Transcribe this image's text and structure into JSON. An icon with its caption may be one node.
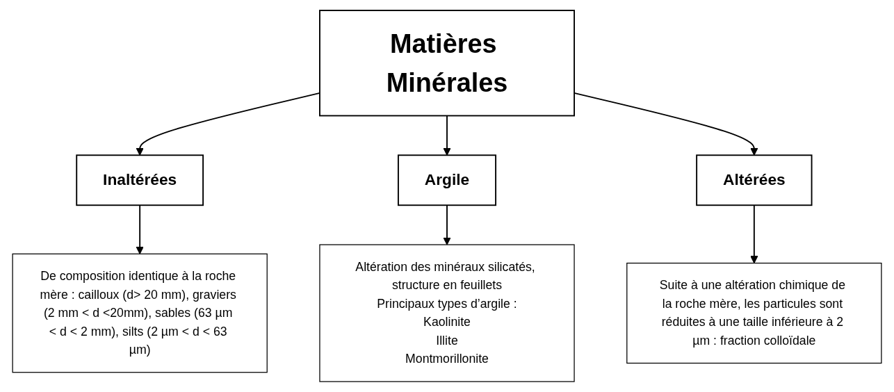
{
  "diagram": {
    "nodes": [
      {
        "text": [
          "Matières Minérales"
        ]
      },
      {
        "text": [
          "Inaltérées"
        ]
      },
      {
        "text": [
          "Argile"
        ]
      },
      {
        "text": [
          "Altérées"
        ]
      },
      {
        "text": [
          "De composition identique à la roche mère : cailloux (d> 20 mm), graviers (2 mm < d <20mm), sables (63 µm < d < 2 mm), silts (2 µm < d < 63 µm)"
        ]
      },
      {
        "text": [
          "Altération des minéraux silicatés, structure en feuillets",
          "Principaux types d’argile :",
          "Kaolinite",
          "Illite",
          "Montmorillonite"
        ]
      },
      {
        "text": [
          "Suite à une altération chimique de la roche mère, les particules sont réduites à une taille inférieure à 2 µm : fraction colloïdale"
        ]
      }
    ],
    "edges": [
      {
        "from": 0,
        "to": 1,
        "arrow": "to"
      },
      {
        "from": 0,
        "to": 2,
        "arrow": "to"
      },
      {
        "from": 0,
        "to": 3,
        "arrow": "to"
      },
      {
        "from": 1,
        "to": 4,
        "arrow": "to"
      },
      {
        "from": 2,
        "to": 5,
        "arrow": "to"
      },
      {
        "from": 3,
        "to": 6,
        "arrow": "to"
      }
    ]
  }
}
